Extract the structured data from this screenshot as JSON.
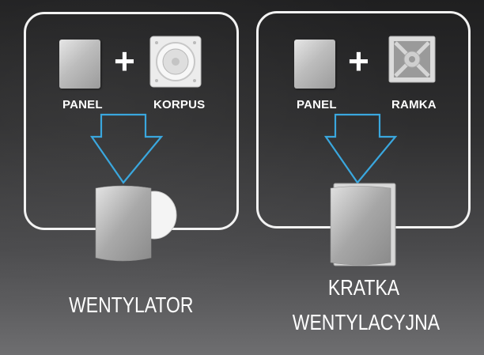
{
  "left": {
    "label_panel": "PANEL",
    "label_korpus": "KORPUS",
    "plus": "+",
    "caption": "WENTYLATOR"
  },
  "right": {
    "label_panel": "PANEL",
    "label_ramka": "RAMKA",
    "plus": "+",
    "caption_line1": "KRATKA",
    "caption_line2": "WENTYLACYJNA"
  },
  "colors": {
    "arrow": "#3aa7de",
    "border": "#f2f2f2",
    "text": "#ffffff"
  }
}
